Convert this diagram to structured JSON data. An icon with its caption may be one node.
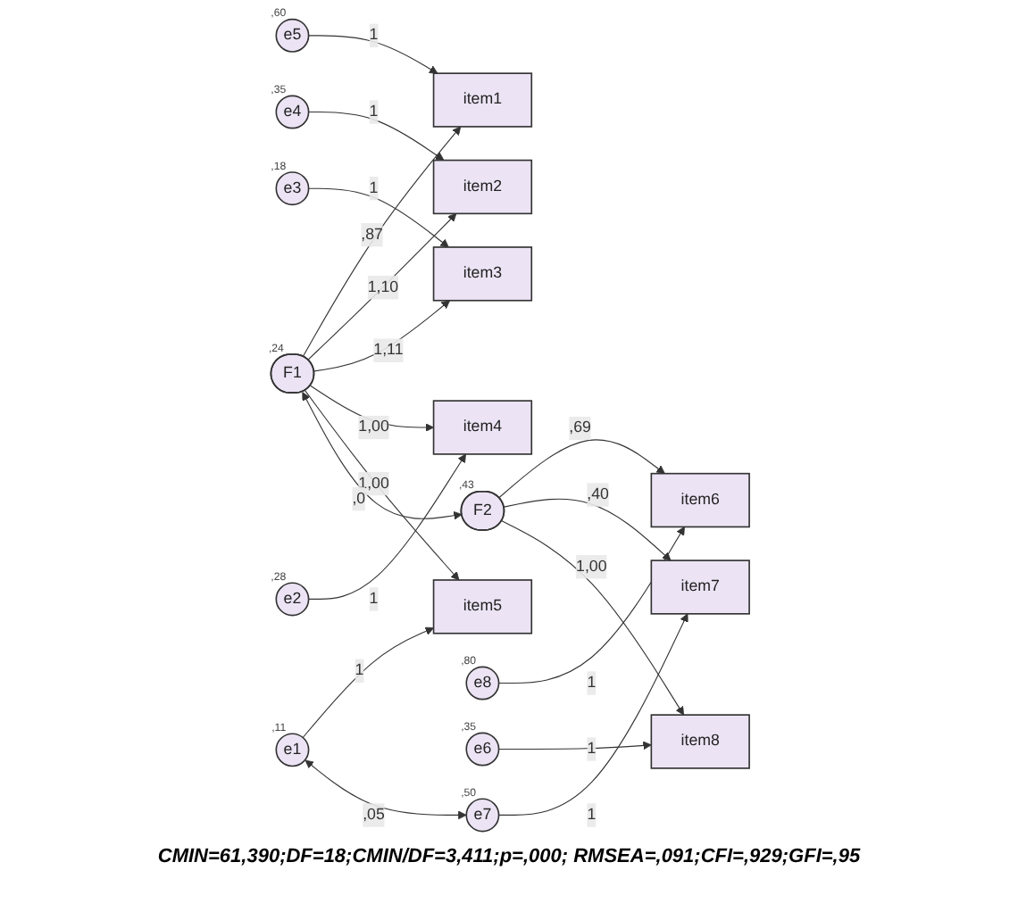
{
  "diagram": {
    "caption": "CMIN=61,390;DF=18;CMIN/DF=3,411;p=,000; RMSEA=,091;CFI=,929;GFI=,95",
    "nodes": [
      {
        "text": [
          "e5"
        ],
        "beside": [
          ",60"
        ]
      },
      {
        "text": [
          "e4"
        ],
        "beside": [
          ",35"
        ]
      },
      {
        "text": [
          "e3"
        ],
        "beside": [
          ",18"
        ]
      },
      {
        "text": [
          "e2"
        ],
        "beside": [
          ",28"
        ]
      },
      {
        "text": [
          "e1"
        ],
        "beside": [
          ",11"
        ]
      },
      {
        "text": [
          "e8"
        ],
        "beside": [
          ",80"
        ]
      },
      {
        "text": [
          "e7"
        ],
        "beside": [
          ",50"
        ]
      },
      {
        "text": [
          "e6"
        ],
        "beside": [
          ",35"
        ]
      },
      {
        "text": [
          "item1"
        ]
      },
      {
        "text": [
          "item2"
        ]
      },
      {
        "text": [
          "item3"
        ]
      },
      {
        "text": [
          "item4"
        ]
      },
      {
        "text": [
          "item5"
        ]
      },
      {
        "text": [
          "item6"
        ]
      },
      {
        "text": [
          "item7"
        ]
      },
      {
        "text": [
          "item8"
        ]
      },
      {
        "text": [
          "F1"
        ],
        "beside": [
          ",24"
        ]
      },
      {
        "text": [
          "F2"
        ],
        "beside": [
          ",43"
        ]
      }
    ],
    "edges": [
      {
        "from": 0,
        "to": 8,
        "arrow": "to",
        "label": "1"
      },
      {
        "from": 1,
        "to": 9,
        "arrow": "to",
        "label": "1"
      },
      {
        "from": 2,
        "to": 10,
        "arrow": "to",
        "label": "1"
      },
      {
        "from": 3,
        "to": 11,
        "arrow": "to",
        "label": "1"
      },
      {
        "from": 4,
        "to": 12,
        "arrow": "to",
        "label": "1"
      },
      {
        "from": 5,
        "to": 13,
        "arrow": "to",
        "label": "1"
      },
      {
        "from": 6,
        "to": 14,
        "arrow": "to",
        "label": "1"
      },
      {
        "from": 7,
        "to": 15,
        "arrow": "to",
        "label": "1"
      },
      {
        "from": 16,
        "to": 8,
        "arrow": "to",
        "label": ",87"
      },
      {
        "from": 16,
        "to": 9,
        "arrow": "to",
        "label": "1,10"
      },
      {
        "from": 16,
        "to": 10,
        "arrow": "to",
        "label": "1,11"
      },
      {
        "from": 16,
        "to": 11,
        "arrow": "to",
        "label": "1,00"
      },
      {
        "from": 16,
        "to": 12,
        "arrow": "to",
        "label": "1,00"
      },
      {
        "from": 17,
        "to": 13,
        "arrow": "to",
        "label": ",69"
      },
      {
        "from": 17,
        "to": 14,
        "arrow": "to",
        "label": ",40"
      },
      {
        "from": 17,
        "to": 15,
        "arrow": "to",
        "label": "1,00"
      },
      {
        "from": 4,
        "to": 6,
        "arrow": "both",
        "label": ",05"
      },
      {
        "from": 16,
        "to": 17,
        "arrow": "both",
        "label": ",0"
      }
    ]
  }
}
